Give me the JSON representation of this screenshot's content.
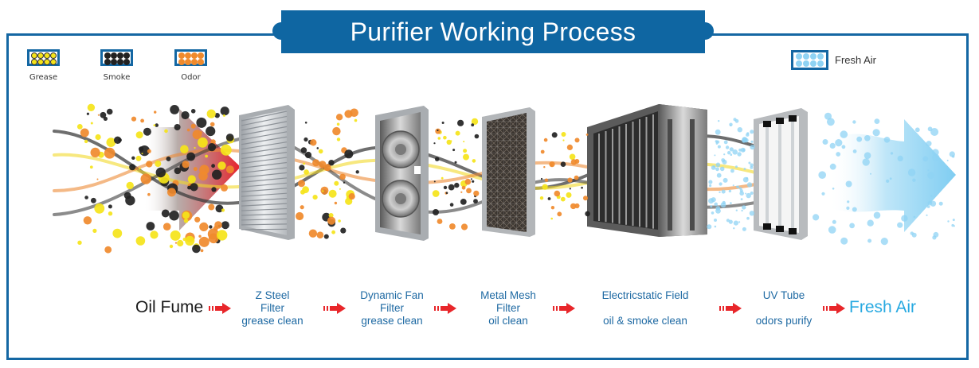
{
  "title": "Purifier Working Process",
  "colors": {
    "brand_blue": "#0f66a2",
    "grease": "#f5e41a",
    "smoke": "#222222",
    "odor": "#f08a2c",
    "fresh_air": "#8fd3f4",
    "arrow_red": "#e8262a",
    "step_text": "#1f6aa3",
    "fresh_text": "#27a9e1"
  },
  "legend": [
    {
      "label": "Grease",
      "icon": "yellow-dots-icon"
    },
    {
      "label": "Smoke",
      "icon": "black-dots-icon"
    },
    {
      "label": "Odor",
      "icon": "orange-dots-icon"
    }
  ],
  "legend_fresh": {
    "label": "Fresh Air",
    "icon": "blue-dots-icon"
  },
  "flow": {
    "start": "Oil Fume",
    "end": "Fresh Air",
    "steps": [
      {
        "lines": [
          "Z Steel",
          "Filter",
          "grease clean"
        ],
        "component": "z-steel-filter"
      },
      {
        "lines": [
          "Dynamic Fan",
          "Filter",
          "grease clean"
        ],
        "component": "dynamic-fan-filter"
      },
      {
        "lines": [
          "Metal Mesh",
          "Filter",
          "oil clean"
        ],
        "component": "metal-mesh-filter"
      },
      {
        "lines": [
          "Electricstatic  Field",
          "",
          "oil & smoke clean"
        ],
        "component": "electrostatic-field"
      },
      {
        "lines": [
          "UV Tube",
          "",
          "odors purify"
        ],
        "component": "uv-tube"
      }
    ]
  }
}
